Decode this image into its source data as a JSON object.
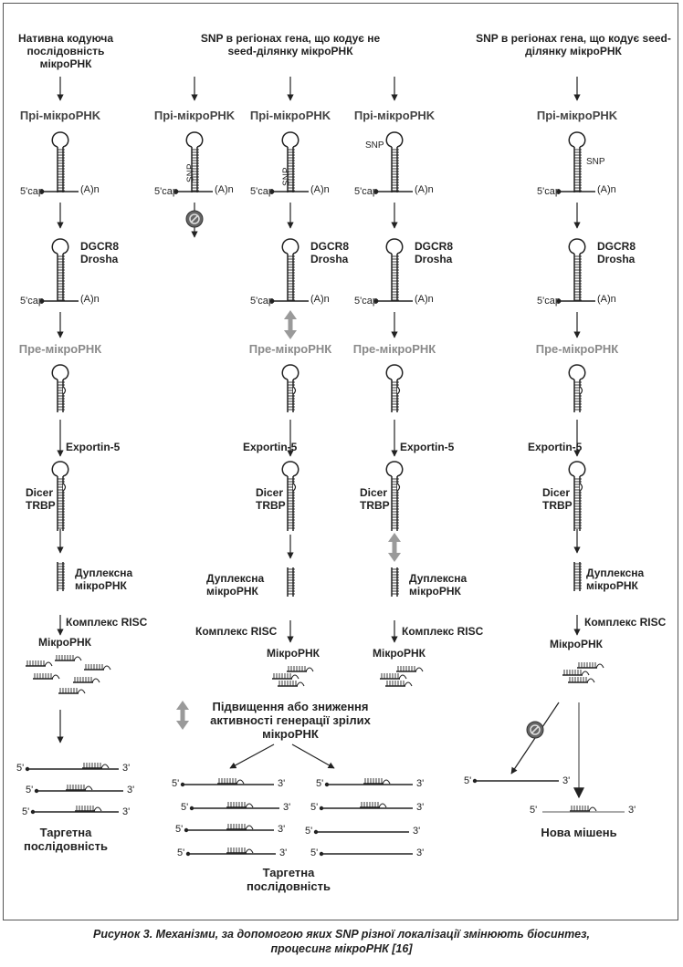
{
  "headers": {
    "native": "Нативна кодуюча послідовність мікроРНК",
    "non_seed": "SNP в регіонах гена, що кодує не seed-ділянку мікроРНК",
    "seed": "SNP в регіонах гена, що кодує seed-ділянку мікроРНК"
  },
  "labels": {
    "pri": "Пpі-мікpoPHK",
    "pre": "Пре-мікроРНК",
    "cap": "5'cap",
    "polya": "(A)n",
    "snp": "SNP",
    "dgcr8": "DGCR8",
    "drosha": "Drosha",
    "exportin": "Exportin-5",
    "dicer": "Dicer",
    "trbp": "TRBP",
    "duplex1": "Дуплексна",
    "duplex2": "мікроРНК",
    "risc": "Комплекс RISC",
    "mirna": "МікроРНК",
    "five": "5'",
    "three": "3'",
    "target1": "Таргетна",
    "target2": "послідовність",
    "effect1": "Підвищення або зниження",
    "effect2": "активності генерації зрілих",
    "effect3": "мікроРНК",
    "new_target": "Нова мішень"
  },
  "caption": {
    "line1": "Рисунок 3. Механізми, за допомогою яких SNP різної локалізації змінюють біосинтез,",
    "line2": "процесинг мікроРНК [16]"
  },
  "colors": {
    "ink": "#222222",
    "gray_text": "#8a8a8a",
    "gray_arrow": "#9a9a9a",
    "block_icon": "#555555"
  }
}
